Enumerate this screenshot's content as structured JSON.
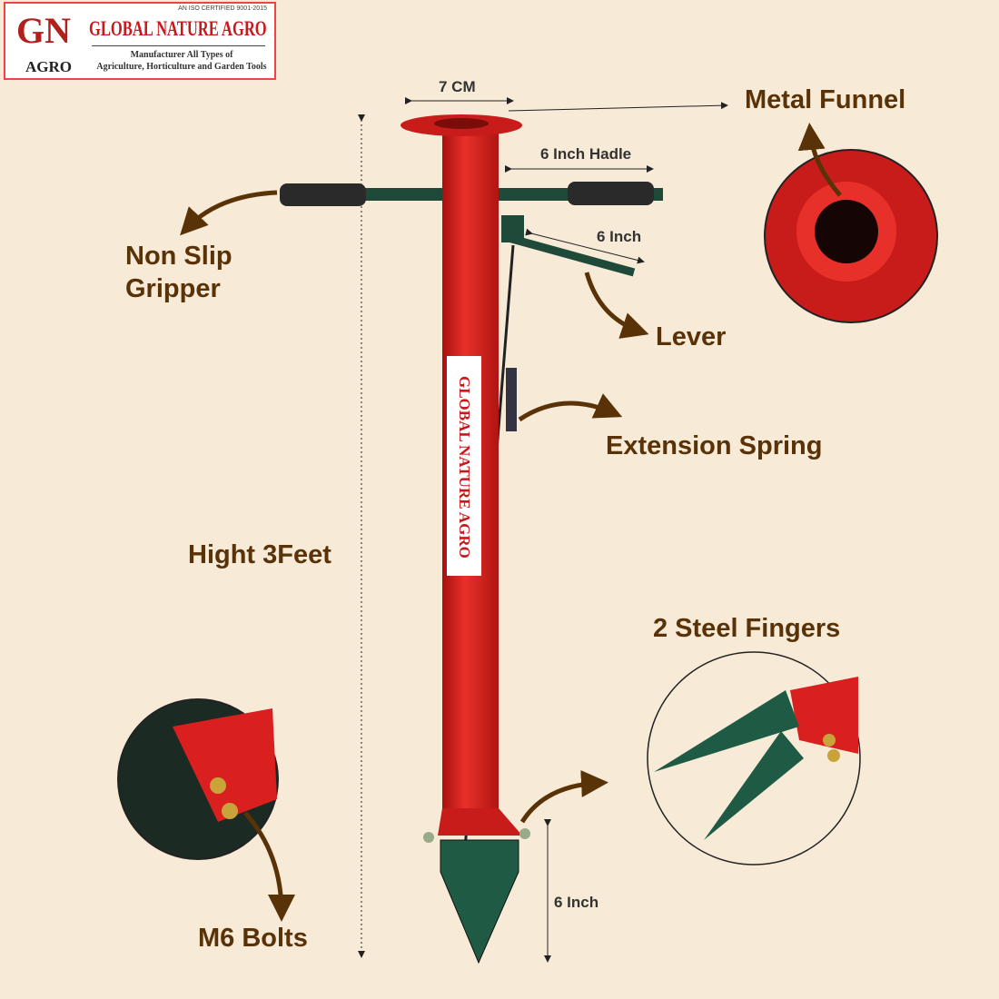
{
  "logo": {
    "iso": "AN ISO CERTIFIED 9001-2015",
    "brand": "GLOBAL NATURE AGRO",
    "monogram": "GN",
    "sub": "AGRO",
    "tagline_1": "Manufacturer All Types of",
    "tagline_2": "Agriculture, Horticulture and Garden Tools"
  },
  "sticker": {
    "brand": "GLOBAL NATURE AGRO"
  },
  "dimensions": {
    "funnel_width": "7 CM",
    "handle_length": "6 Inch Hadle",
    "lever_length": "6 Inch",
    "spike_length": "6 Inch",
    "height": "Hight 3Feet"
  },
  "features": {
    "funnel": "Metal Funnel",
    "gripper_1": "Non Slip",
    "gripper_2": "Gripper",
    "lever": "Lever",
    "spring": "Extension Spring",
    "fingers": "2 Steel Fingers",
    "bolts": "M6 Bolts"
  },
  "colors": {
    "background": "#f7ead7",
    "label": "#5a3208",
    "body": "#d9201e",
    "metal": "#1f5a45"
  }
}
